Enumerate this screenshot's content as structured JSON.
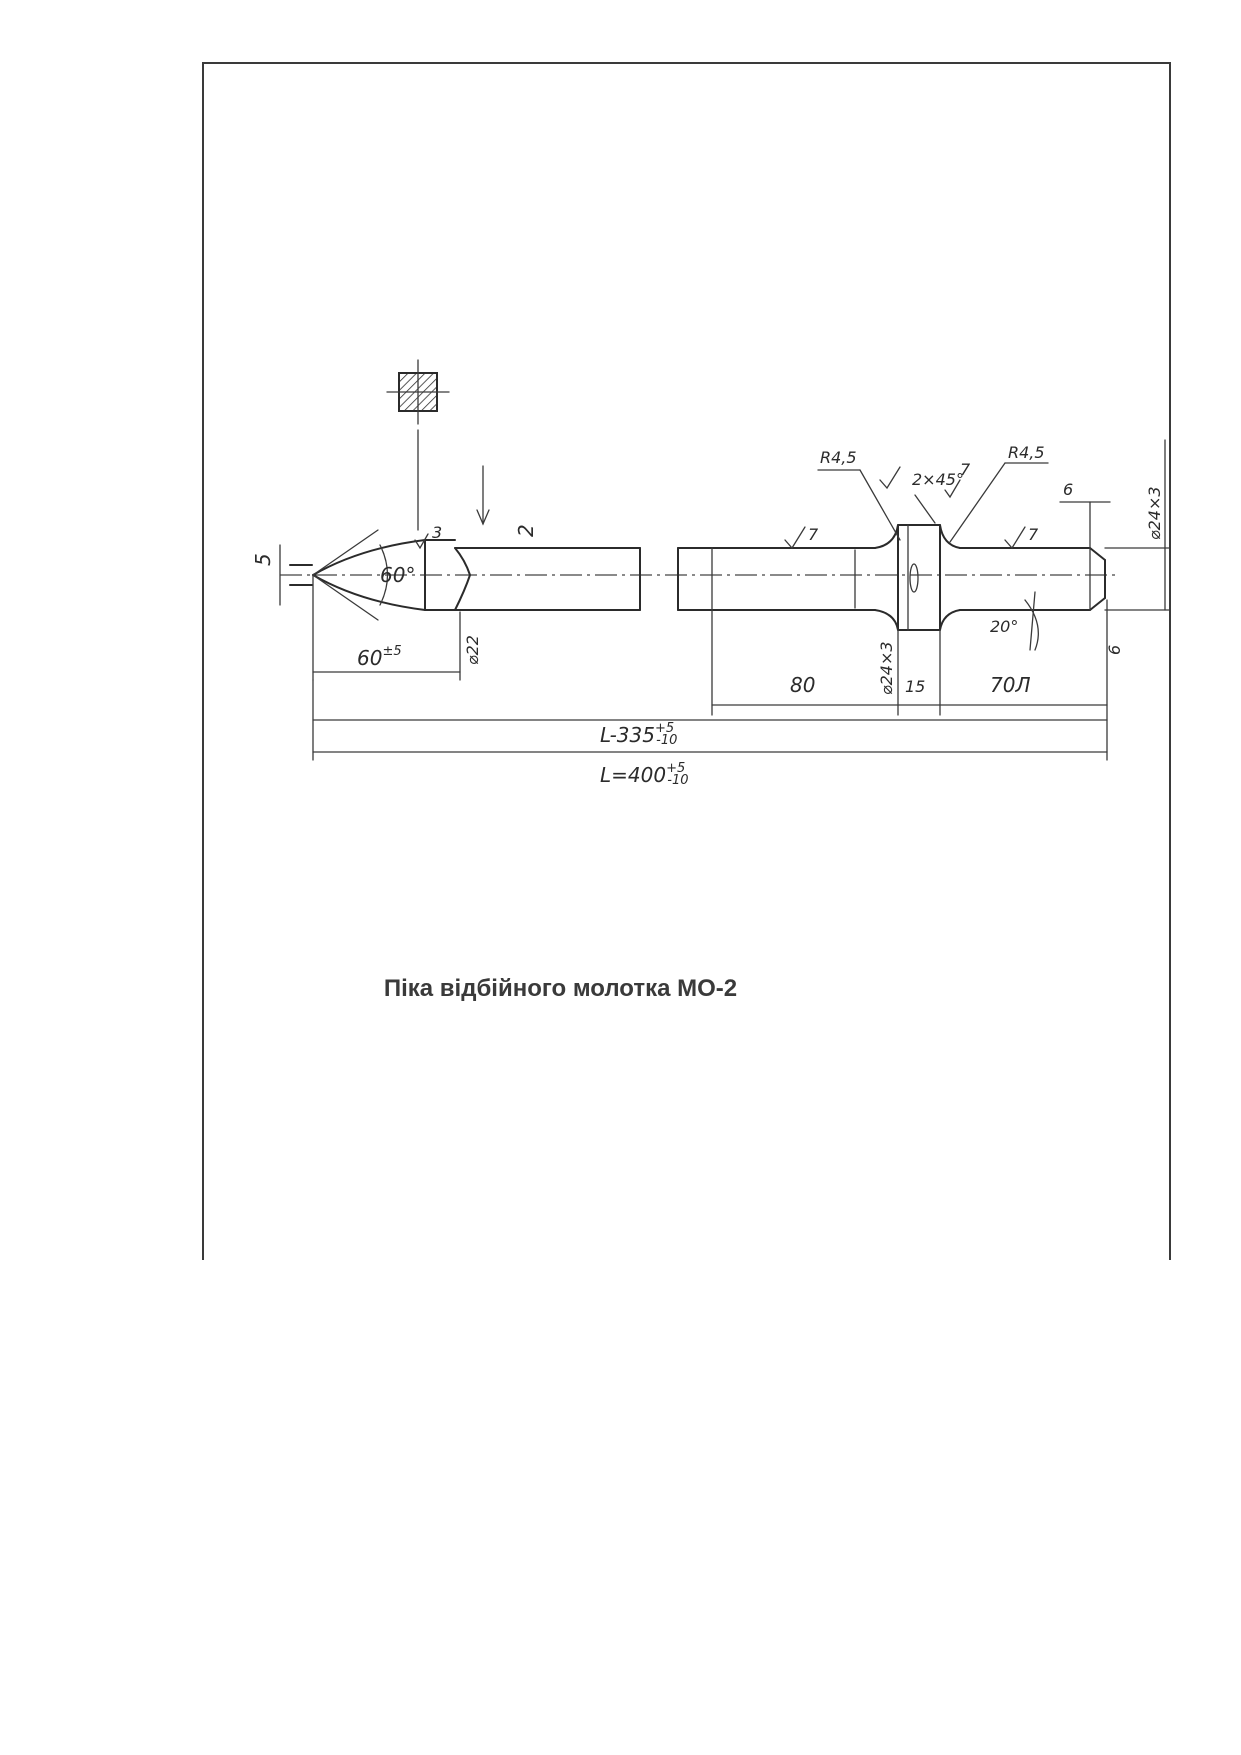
{
  "caption": "Піка відбійного молотка МО-2",
  "dimensions": {
    "tip_diameter": "5",
    "tip_angle": "60°",
    "tip_roughness": "3",
    "mark_2": "2",
    "shank_diameter": "⌀22",
    "tip_length": "60",
    "tip_length_tol": "±5",
    "collar_radius_left": "R4,5",
    "collar_radius_right": "R4,5",
    "chamfer": "2×45°",
    "roughness_7": "7",
    "thread_left": "⌀24×3",
    "thread_right": "⌀24×3",
    "end_offset": "6",
    "end_angle": "20°",
    "end_dia": "6",
    "len_80": "80",
    "len_15": "15",
    "len_70": "70Л",
    "L_inner_label": "L-335",
    "L_inner_tol_top": "+5",
    "L_inner_tol_bot": "-10",
    "L_outer_label": "L=400",
    "L_outer_tol_top": "+5",
    "L_outer_tol_bot": "-10"
  }
}
